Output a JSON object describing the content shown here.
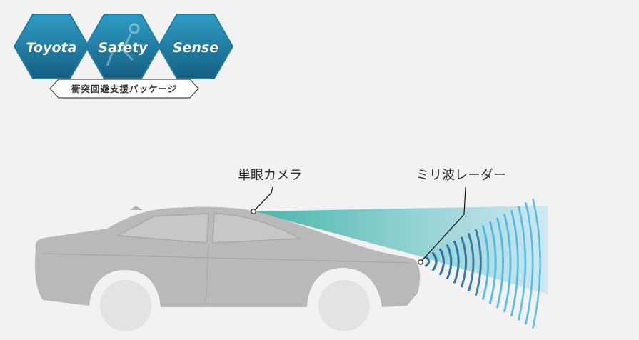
{
  "logo": {
    "words": [
      "Toyota",
      "Safety",
      "Sense"
    ],
    "subtitle": "衝突回避支援パッケージ",
    "hex_color": "#1f7fa4"
  },
  "labels": {
    "camera": "単眼カメラ",
    "radar": "ミリ波レーダー"
  },
  "colors": {
    "background": "#f2f2f2",
    "car": "#b9b9b9",
    "camera_beam_start": "#3fb3a8",
    "camera_beam_end": "#cfe8f2",
    "radar_arc": "#3ab4e6",
    "radar_arc_dark": "#1f6fa3"
  }
}
